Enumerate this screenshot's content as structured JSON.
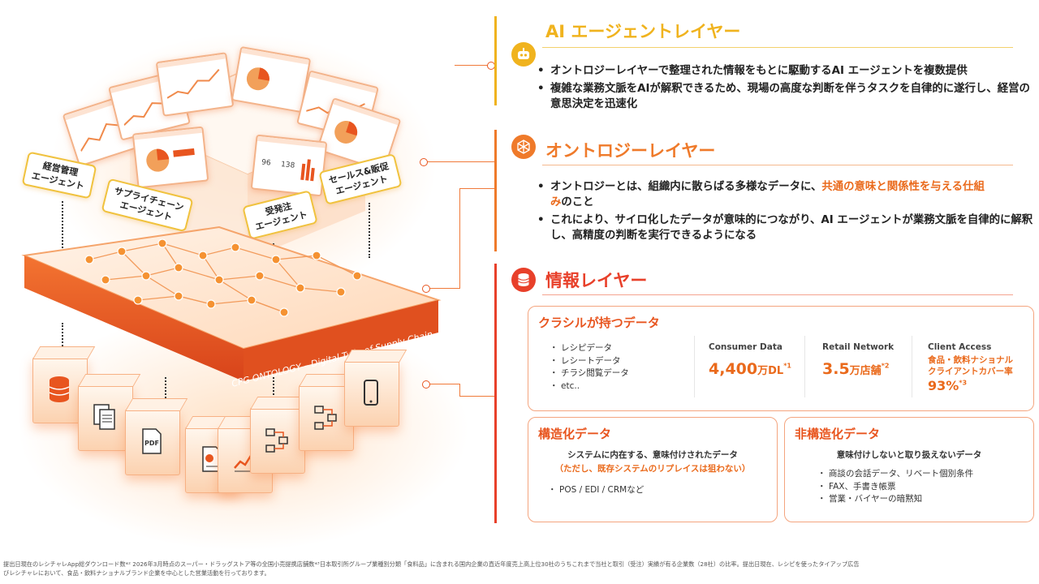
{
  "illustration": {
    "platform_label": "CPG ONTOLOGY – Digital Twin of Supply Chain",
    "agent_tags": [
      {
        "line1": "経営管理",
        "line2": "エージェント"
      },
      {
        "line1": "サプライチェーン",
        "line2": "エージェント"
      },
      {
        "line1": "受発注",
        "line2": "エージェント"
      },
      {
        "line1": "セールス&販促",
        "line2": "エージェント"
      }
    ],
    "cube_icons": [
      "database-icon",
      "documents-icon",
      "pdf-icon",
      "chart-doc-icon",
      "flow-icon",
      "flow-icon",
      "smartphone-icon"
    ],
    "pdf_text": "PDF",
    "screen_value_a": "96",
    "screen_value_b": "138"
  },
  "ai_layer": {
    "title": "AI エージェントレイヤー",
    "icon": "robot-icon",
    "color": "#f0b31e",
    "bullets": [
      "オントロジーレイヤーで整理された情報をもとに駆動するAI エージェントを複数提供",
      "複雑な業務文脈をAIが解釈できるため、現場の高度な判断を伴うタスクを自律的に遂行し、経営の意思決定を迅速化"
    ]
  },
  "ontology_layer": {
    "title": "オントロジーレイヤー",
    "icon": "network-icon",
    "color": "#ef7a2a",
    "bullet1_pre": "オントロジーとは、組織内に散らばる多様なデータに、",
    "bullet1_hl": "共通の意味と関係性を与える仕組",
    "bullet1_hl2": "み",
    "bullet1_post": "のこと",
    "bullet2": "これにより、サイロ化したデータが意味的につながり、AI エージェントが業務文脈を自律的に解釈し、高精度の判断を実行できるようになる"
  },
  "info_layer": {
    "title": "情報レイヤー",
    "icon": "database-icon",
    "color": "#e8402a",
    "kurashiru": {
      "title": "クラシルが持つデータ",
      "items": [
        "レシピデータ",
        "レシートデータ",
        "チラシ閲覧データ",
        "etc.."
      ],
      "stats": [
        {
          "label": "Consumer Data",
          "value": "4,400",
          "unit": "万DL",
          "note": "*1"
        },
        {
          "label": "Retail Network",
          "value": "3.5",
          "unit": "万店舗",
          "note": "*2"
        },
        {
          "label": "Client Access",
          "sub1": "食品・飲料ナショナル",
          "sub2": "クライアントカバー率",
          "value": "93%",
          "note": "*3"
        }
      ]
    },
    "structured": {
      "title": "構造化データ",
      "desc": "システムに内在する、意味付けされたデータ",
      "note": "（ただし、既存システムのリプレイスは狙わない）",
      "items": [
        "POS / EDI / CRMなど"
      ]
    },
    "unstructured": {
      "title": "非構造化データ",
      "desc": "意味付けしないと取り扱えないデータ",
      "items": [
        "商談の会話データ、リベート個別条件",
        "FAX、手書き帳票",
        "営業・バイヤーの暗黙知"
      ]
    }
  },
  "footnotes": {
    "line1": "提出日現在のレシチャレApp総ダウンロード数*² 2026年3月時点のスーパー・ドラッグストア等の全国小売提携店舗数*³日本取引所グループ業種別分類「食料品」に含まれる国内企業の直近年度売上高上位30社のうちこれまで当社と取引（受注）実績が有る企業数（28社）の比率。提出日現在、レシピを使ったタイアップ広告",
    "line2": "びレシチャレにおいて、食品・飲料ナショナルブランド企業を中心とした営業活動を行っております。"
  }
}
